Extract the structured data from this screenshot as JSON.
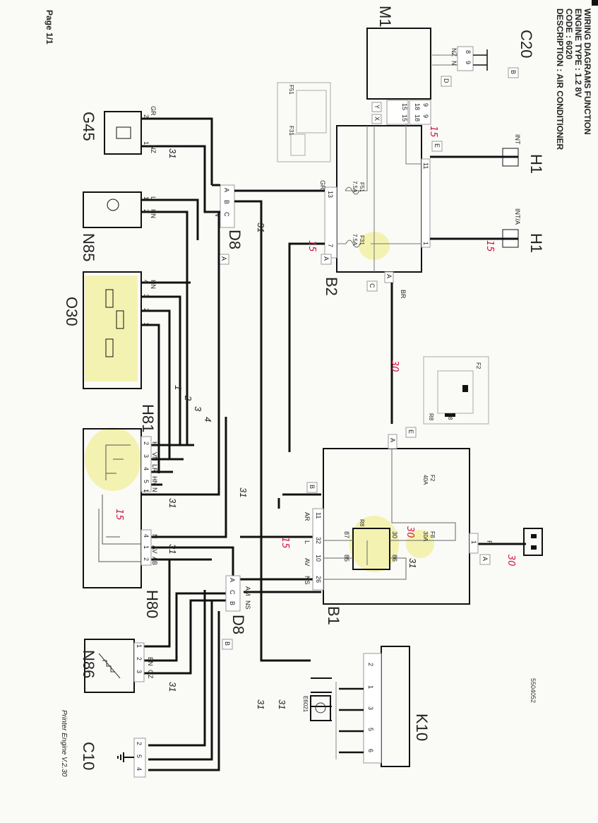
{
  "header": {
    "title": "WIRING DIAGRAMS FUNCTION",
    "engine_type": "ENGINE TYPE : 1.2 8V",
    "code": "CODE : 6020",
    "description": "DESCRIPTION : AIR CONDITIONER"
  },
  "footer": {
    "page": "Page 1/1",
    "printer": "Printer Engine V.2.30"
  },
  "components": {
    "c20": {
      "label": "C20",
      "tag": "B",
      "pins": [
        "8",
        "9"
      ],
      "wires": [
        "NZ",
        "N"
      ],
      "tag2": "D"
    },
    "m1": {
      "label": "M1",
      "pins": [
        "9",
        "18",
        "15"
      ],
      "pins2": [
        "9",
        "18",
        "15"
      ],
      "tags": [
        "Y",
        "X"
      ]
    },
    "b2": {
      "label": "B2",
      "tag_e": "E",
      "tag_a": "A",
      "tag_c": "C",
      "pin_11": "11",
      "pin_1": "1",
      "pin_13": "13",
      "pin_7": "7",
      "pin_a": "A",
      "wire_gr": "GR",
      "wire_br": "BR",
      "fuse1": {
        "name": "F51",
        "rating": "7.5A"
      },
      "fuse2": {
        "name": "F31",
        "rating": "7.5A"
      }
    },
    "fuse_box_top": {
      "f51": "F51",
      "f31": "F31"
    },
    "h1_int": {
      "label": "H1",
      "tag": "INT"
    },
    "h1_inta": {
      "label": "H1",
      "tag": "INT/A"
    },
    "d8a": {
      "label": "D8",
      "tag": "A",
      "pins": [
        "A",
        "B",
        "C",
        "N"
      ]
    },
    "g45": {
      "label": "G45",
      "pins": [
        "2",
        "1"
      ],
      "wires": [
        "GR",
        "NZ"
      ]
    },
    "n85": {
      "label": "N85",
      "pins": [
        "1",
        "2"
      ],
      "wires": [
        "L",
        "HN"
      ]
    },
    "o30": {
      "label": "O30",
      "pins": [
        "4",
        "3",
        "2",
        "1"
      ],
      "wires": [
        "HN"
      ]
    },
    "h81": {
      "label": "H81",
      "pins": [
        "2",
        "3",
        "4",
        "5",
        "1"
      ],
      "wires": [
        "H",
        "VN",
        "LR",
        "HN",
        "N"
      ]
    },
    "h80": {
      "label": "H80",
      "pins": [
        "4",
        "1",
        "2"
      ],
      "wires": [
        "N",
        "AV",
        "AB"
      ]
    },
    "d8b": {
      "label": "D8",
      "tag": "B",
      "pins": [
        "A",
        "C",
        "B"
      ],
      "wires": [
        "AM",
        "NS"
      ]
    },
    "b1": {
      "label": "B1",
      "tag_e": "E",
      "tag_b": "B",
      "tag_a": "A",
      "pin_a": "A",
      "pins": [
        "11",
        "32",
        "10",
        "26"
      ],
      "wires": [
        "AR",
        "L",
        "AV",
        "NS"
      ],
      "pin_1": "1",
      "wire_r": "R",
      "relay": {
        "name": "R8",
        "pins": [
          "87",
          "85",
          "30",
          "86"
        ]
      },
      "fuse_f2": {
        "name": "F2",
        "rating": "40A"
      },
      "fuse_f8": {
        "name": "F8",
        "rating": "30A"
      }
    },
    "fuse_box_b1": {
      "f2": "F2",
      "f8": "F8",
      "r8": "R8"
    },
    "n86": {
      "label": "N86",
      "pins": [
        "1",
        "2",
        "3"
      ],
      "wires": [
        "BN",
        "GZ"
      ]
    },
    "c10": {
      "label": "C10",
      "pins": [
        "2",
        "5",
        "4"
      ]
    },
    "k10": {
      "label": "K10",
      "pins": [
        "2",
        "1",
        "3",
        "5",
        "6"
      ]
    },
    "e6021": {
      "label": "E6021"
    }
  },
  "annotations": {
    "n15": "15",
    "n30": "30",
    "n31": "31",
    "n1": "1",
    "n2": "2",
    "n3": "3",
    "n4": "4"
  },
  "stamp": {
    "phone": "5504052"
  },
  "colors": {
    "wire": "#111111",
    "annotation_red": "#d0103a",
    "annotation_blue": "#2a4ea0",
    "highlight": "#f1ef9a"
  }
}
